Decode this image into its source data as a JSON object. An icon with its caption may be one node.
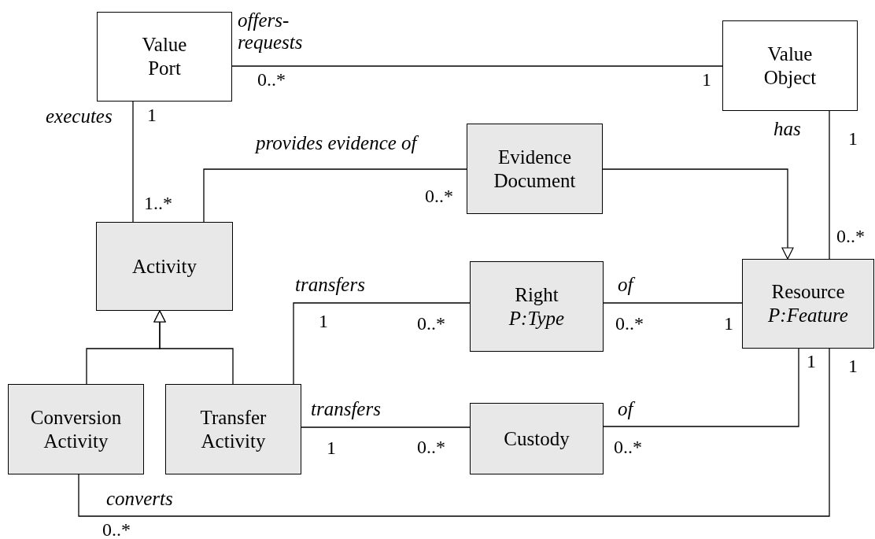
{
  "diagram": {
    "nodes": [
      {
        "text": [
          "Value Port"
        ]
      },
      {
        "text": [
          "Value Object"
        ]
      },
      {
        "text": [
          "Evidence Document"
        ]
      },
      {
        "text": [
          "Activity"
        ]
      },
      {
        "text": [
          "Right",
          "P:Type"
        ]
      },
      {
        "text": [
          "Resource",
          "P:Feature"
        ]
      },
      {
        "text": [
          "Conversion Activity"
        ]
      },
      {
        "text": [
          "Transfer Activity"
        ]
      },
      {
        "text": [
          "Custody"
        ]
      }
    ],
    "edges": [
      {
        "from": 0,
        "to": 1,
        "arrow": "none",
        "label": "offers-requests"
      },
      {
        "from": 0,
        "to": 3,
        "arrow": "none",
        "label": "executes"
      },
      {
        "from": 3,
        "to": 2,
        "arrow": "none",
        "label": "provides evidence of"
      },
      {
        "from": 2,
        "to": 5,
        "arrow": "to"
      },
      {
        "from": 1,
        "to": 5,
        "arrow": "none",
        "label": "has"
      },
      {
        "from": 6,
        "to": 3,
        "arrow": "to"
      },
      {
        "from": 7,
        "to": 3,
        "arrow": "to"
      },
      {
        "from": 7,
        "to": 4,
        "arrow": "none",
        "label": "transfers"
      },
      {
        "from": 4,
        "to": 5,
        "arrow": "none",
        "label": "of"
      },
      {
        "from": 7,
        "to": 8,
        "arrow": "none",
        "label": "transfers"
      },
      {
        "from": 8,
        "to": 5,
        "arrow": "none",
        "label": "of"
      },
      {
        "from": 6,
        "to": 5,
        "arrow": "none",
        "label": "converts"
      }
    ],
    "labels": [
      "0..*",
      "1",
      "1",
      "1",
      "0..*",
      "1..*",
      "0..*",
      "1",
      "0..*",
      "0..*",
      "1",
      "1",
      "1",
      "1",
      "0..*",
      "0..*",
      "0..*"
    ]
  }
}
